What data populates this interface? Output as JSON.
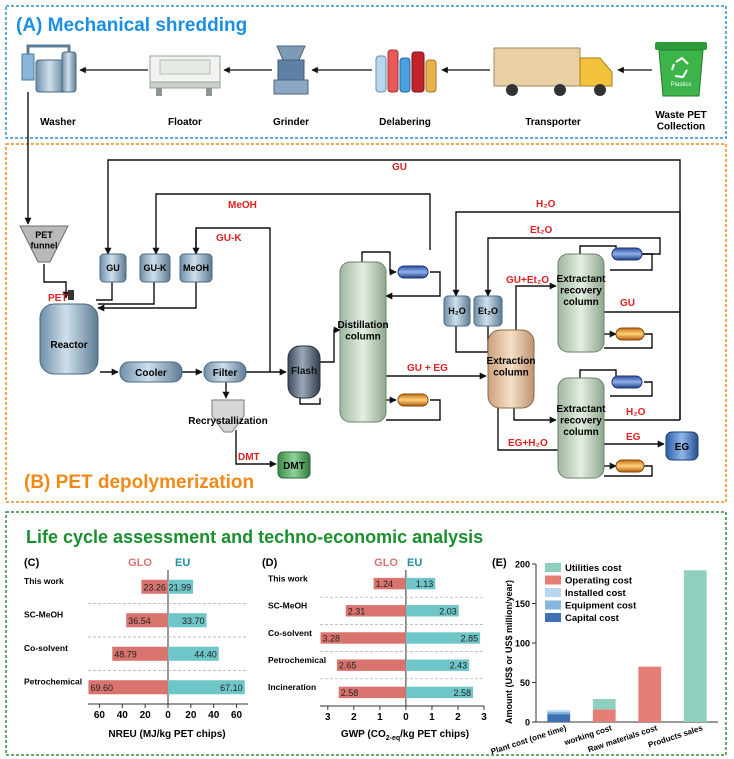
{
  "colors": {
    "blue_title": "#1a8fe6",
    "orange_title": "#f08a16",
    "green_title": "#1a8f2e",
    "red_label": "#e02020",
    "glo": "#d9736e",
    "eu": "#6fc6c8",
    "utilities": "#8fcfc0",
    "operating": "#e77e76",
    "installed": "#b9d8ef",
    "equipment": "#86b6dc",
    "capital": "#3f6fb5"
  },
  "section_a": {
    "title": "(A) Mechanical shredding",
    "steps": [
      "Washer",
      "Floator",
      "Grinder",
      "Delabering",
      "Transporter",
      "Waste PET\nCollection"
    ],
    "bin_label": "Plastics"
  },
  "section_b": {
    "title": "(B) PET depolymerization",
    "units": {
      "pet_funnel": "PET\nfunnel",
      "gu": "GU",
      "guk": "GU-K",
      "meoh": "MeOH",
      "reactor": "Reactor",
      "cooler": "Cooler",
      "filter": "Filter",
      "recryst": "Recrystallization",
      "dmt": "DMT",
      "flash": "Flash",
      "distill": "Distillation\ncolumn",
      "h2o": "H₂O",
      "et2o": "Et₂O",
      "extraction": "Extraction\ncolumn",
      "recov1": "Extractant\nrecovery\ncolumn",
      "recov2": "Extractant\nrecovery\ncolumn",
      "eg": "EG"
    },
    "streams": {
      "gu_top": "GU",
      "meoh": "MeOH",
      "guk": "GU-K",
      "pet": "PET",
      "dmt": "DMT",
      "gu_eg": "GU + EG",
      "h2o_top": "H₂O",
      "et2o_top": "Et₂O",
      "gu_et2o": "GU+Et₂O",
      "gu_right": "GU",
      "h2o_right": "H₂O",
      "eg_h2o": "EG+H₂O",
      "eg_out": "EG"
    }
  },
  "section_c_title": "Life cycle assessment and techno-economic analysis",
  "chart_data": [
    {
      "id": "C",
      "panel": "(C)",
      "type": "bar",
      "orientation": "horizontal-diverging",
      "legend": [
        "GLO",
        "EU"
      ],
      "categories": [
        "This work",
        "SC-MeOH",
        "Co-solvent",
        "Petrochemical"
      ],
      "series": [
        {
          "name": "GLO",
          "values": [
            23.26,
            36.54,
            48.79,
            69.6
          ],
          "labels": [
            "23.26",
            "36.54",
            "48.79",
            "69.60"
          ]
        },
        {
          "name": "EU",
          "values": [
            21.99,
            33.7,
            44.4,
            67.1
          ],
          "labels": [
            "21.99",
            "33.70",
            "44.40",
            "67.10"
          ]
        }
      ],
      "xlim": [
        -70,
        70
      ],
      "ticks": [
        60,
        40,
        20,
        0,
        20,
        40,
        60
      ],
      "xlabel": "NREU (MJ/kg PET chips)"
    },
    {
      "id": "D",
      "panel": "(D)",
      "type": "bar",
      "orientation": "horizontal-diverging",
      "legend": [
        "GLO",
        "EU"
      ],
      "categories": [
        "This work",
        "SC-MeOH",
        "Co-solvent",
        "Petrochemical",
        "Incineration"
      ],
      "series": [
        {
          "name": "GLO",
          "values": [
            1.24,
            2.31,
            3.28,
            2.65,
            2.58
          ],
          "labels": [
            "1.24",
            "2.31",
            "3.28",
            "2.65",
            "2.58"
          ]
        },
        {
          "name": "EU",
          "values": [
            1.13,
            2.03,
            2.85,
            2.43,
            2.58
          ],
          "labels": [
            "1.13",
            "2.03",
            "2.85",
            "2.43",
            "2.58"
          ]
        }
      ],
      "xlim": [
        -3.3,
        3.0
      ],
      "ticks": [
        3,
        2,
        1,
        0,
        1,
        2,
        3
      ],
      "xlabel_main": "GWP (CO",
      "xlabel_sub": "2-eq",
      "xlabel_end": "/kg PET chips)"
    },
    {
      "id": "E",
      "panel": "(E)",
      "type": "bar",
      "stacked": true,
      "categories": [
        "Plant cost (one time)",
        "working cost",
        "Raw materials cost",
        "Products sales"
      ],
      "series": [
        {
          "name": "Capital cost",
          "values": [
            10,
            0,
            0,
            0
          ]
        },
        {
          "name": "Equipment cost",
          "values": [
            3,
            0,
            0,
            0
          ]
        },
        {
          "name": "Installed cost",
          "values": [
            2,
            0,
            0,
            0
          ]
        },
        {
          "name": "Operating cost",
          "values": [
            0,
            16,
            70,
            0
          ]
        },
        {
          "name": "Utilities cost",
          "values": [
            0,
            13,
            0,
            192
          ]
        }
      ],
      "legend_order": [
        "Utilities cost",
        "Operating cost",
        "Installed cost",
        "Equipment cost",
        "Capital cost"
      ],
      "ylim": [
        0,
        200
      ],
      "yticks": [
        0,
        50,
        100,
        150,
        200
      ],
      "ylabel": "Amount (US$ or US$ million/year)"
    }
  ]
}
